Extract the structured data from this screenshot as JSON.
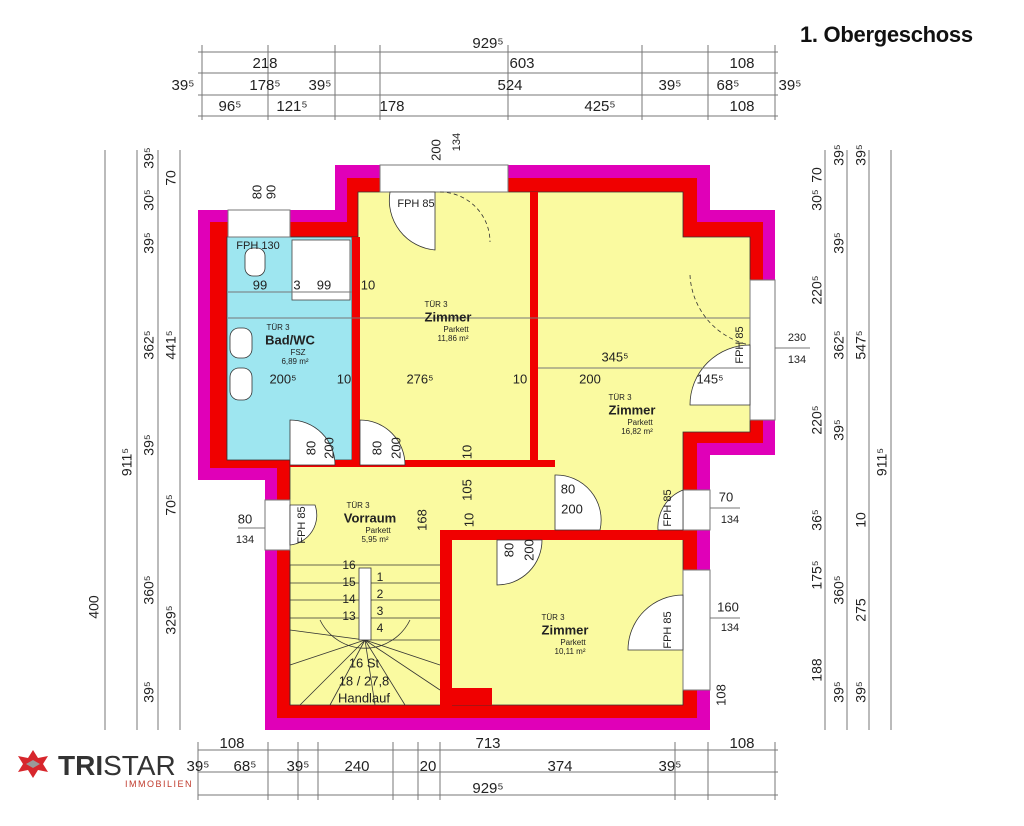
{
  "title": "1. Obergeschoss",
  "colors": {
    "outer_wall": "#e000b8",
    "wall": "#f00000",
    "floor": "#fafaa0",
    "bath": "#9ee6f0",
    "dim_line": "#666666",
    "logo_red": "#d7262c"
  },
  "logo": {
    "brand_bold": "TRI",
    "brand_light": "STAR",
    "sub": "IMMOBILIEN"
  },
  "rooms": [
    {
      "door": "TÜR 3",
      "name": "Bad/WC",
      "floor": "FSZ",
      "area": "6,89 m²"
    },
    {
      "door": "TÜR 3",
      "name": "Zimmer",
      "floor": "Parkett",
      "area": "11,86 m²"
    },
    {
      "door": "TÜR 3",
      "name": "Zimmer",
      "floor": "Parkett",
      "area": "16,82 m²"
    },
    {
      "door": "TÜR 3",
      "name": "Vorraum",
      "floor": "Parkett",
      "area": "5,95 m²"
    },
    {
      "door": "TÜR 3",
      "name": "Zimmer",
      "floor": "Parkett",
      "area": "10,11 m²"
    }
  ],
  "stairs": {
    "steps_left": [
      "16",
      "15",
      "14",
      "13"
    ],
    "steps_right": [
      "1",
      "2",
      "3",
      "4"
    ],
    "count": "16 St",
    "ratio": "18 / 27,8",
    "handrail": "Handlauf"
  },
  "dimensions": {
    "top": [
      "929⁵",
      "218",
      "603",
      "108",
      "39⁵",
      "178⁵",
      "39⁵",
      "524",
      "39⁵",
      "68⁵",
      "39⁵",
      "96⁵",
      "121⁵",
      "178",
      "425⁵",
      "108"
    ],
    "bottom": [
      "108",
      "713",
      "108",
      "39⁵",
      "68⁵",
      "39⁵",
      "240",
      "20",
      "374",
      "39⁵",
      "929⁵"
    ],
    "left": [
      "39⁵",
      "30⁵",
      "70",
      "39⁵",
      "362⁵",
      "441⁵",
      "39⁵",
      "70⁵",
      "360⁵",
      "329⁵",
      "39⁵",
      "911⁵",
      "400"
    ],
    "right": [
      "39⁵",
      "39⁵",
      "70",
      "30⁵",
      "39⁵",
      "220⁵",
      "362⁵",
      "547⁵",
      "220⁵",
      "39⁵",
      "36⁵",
      "10",
      "175⁵",
      "360⁵",
      "275",
      "188",
      "39⁵",
      "39⁵",
      "911⁵",
      "230",
      "134"
    ],
    "interior": [
      "80",
      "90",
      "FPH 130",
      "99",
      "3",
      "99",
      "10",
      "200",
      "134",
      "FPH 85",
      "200⁵",
      "10",
      "276⁵",
      "10",
      "200",
      "145⁵",
      "345⁵",
      "FPH 85",
      "80",
      "200",
      "80",
      "200",
      "10",
      "105",
      "10",
      "168",
      "80",
      "200",
      "80",
      "200",
      "FPH 85",
      "80",
      "134",
      "FPH 85",
      "70",
      "134",
      "FPH 85",
      "160",
      "134",
      "108"
    ]
  }
}
